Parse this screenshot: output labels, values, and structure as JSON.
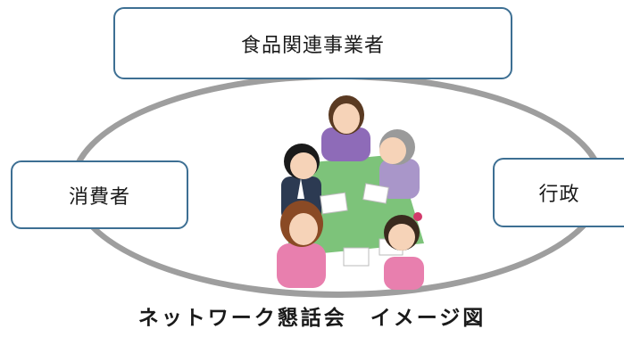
{
  "nodes": {
    "top": "食品関連事業者",
    "left": "消費者",
    "right": "行政"
  },
  "caption": "ネットワーク懇話会　イメージ図",
  "illustration": "meeting-around-table",
  "colors": {
    "box_border": "#3d6f93",
    "ring": "#9e9e9e",
    "table": "#7dc37a"
  }
}
